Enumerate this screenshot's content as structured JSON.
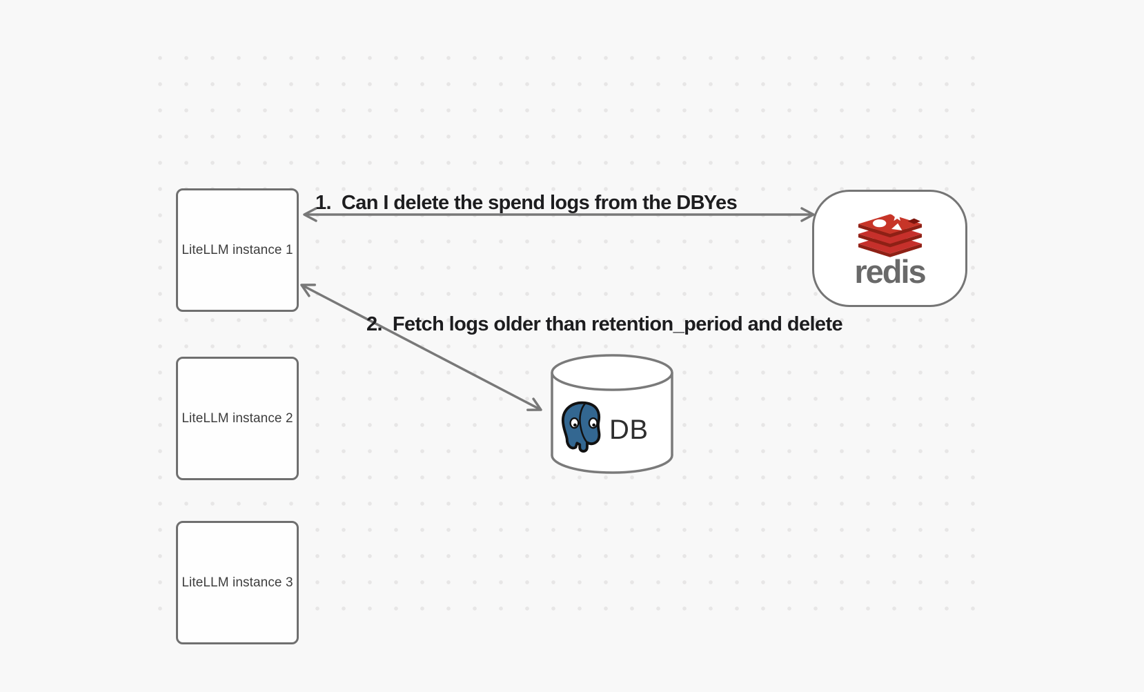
{
  "instances": [
    {
      "label": "LiteLLM instance 1"
    },
    {
      "label": "LiteLLM instance 2"
    },
    {
      "label": "LiteLLM instance 3"
    }
  ],
  "redis": {
    "wordmark": "redis"
  },
  "database": {
    "label": "DB"
  },
  "arrows": [
    {
      "label": "1.  Can I delete the spend logs from the DB",
      "response": "Yes"
    },
    {
      "label": "2.  Fetch logs older than retention_period and delete"
    }
  ],
  "icons": {
    "redis_logo": "redis-stack-logo",
    "database_engine": "postgresql-elephant"
  },
  "colors": {
    "background": "#f8f8f8",
    "dot_grid": "#e7e6e6",
    "connector_stroke": "#787878",
    "node_border": "#6f6f6f",
    "node_text": "#3d3d3d",
    "label_text": "#1d1d1f",
    "redis_red": "#c6302b",
    "redis_red_dark": "#8e2015",
    "redis_wordmark_gray": "#696969",
    "postgres_blue": "#336791",
    "db_text": "#2e2e2e"
  }
}
